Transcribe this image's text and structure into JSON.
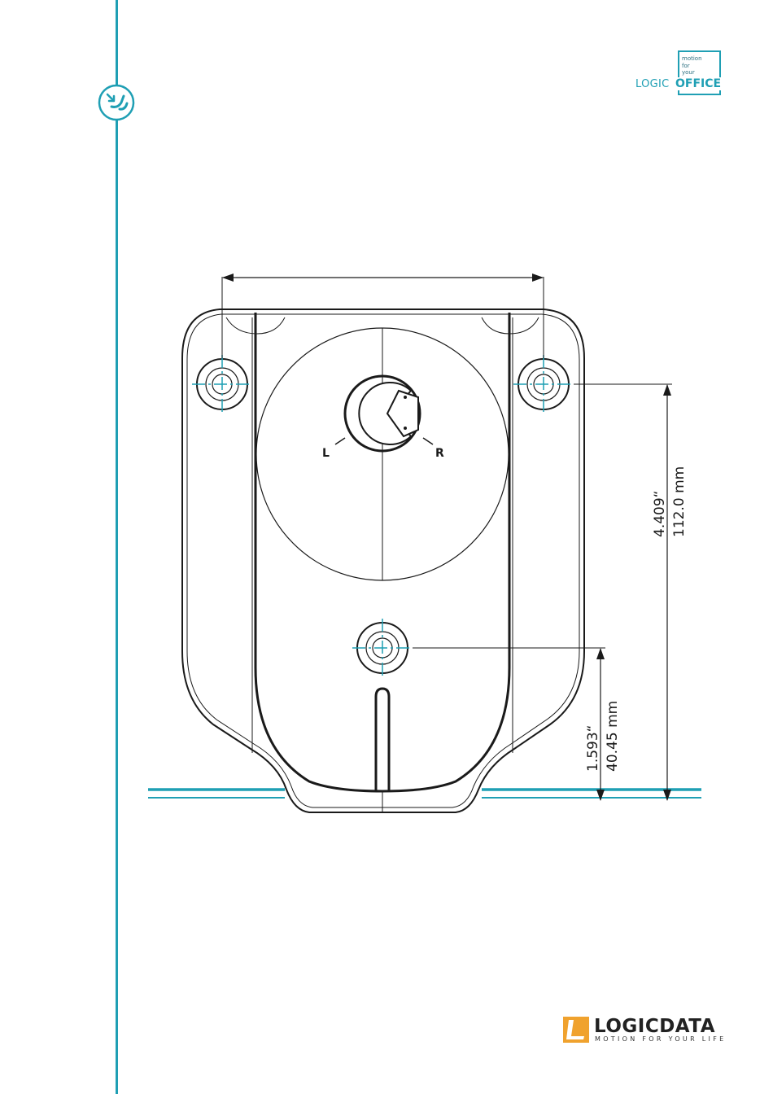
{
  "header_logo": {
    "tagline_lines": [
      "motion",
      "for",
      "your"
    ],
    "word_light": "LOGIC",
    "word_bold": "OFFICE",
    "color": "#1f9fb4"
  },
  "sidebar": {
    "icon": "arrow-circle-icon",
    "color": "#1f9fb4"
  },
  "drawing": {
    "label_left": "L",
    "label_right": "R",
    "dim_height_in": "4.409“",
    "dim_height_mm": "112.0 mm",
    "dim_small_in": "1.593“",
    "dim_small_mm": "40.45 mm",
    "centerline_color": "#1f9fb4",
    "outline_color": "#1a1a1a"
  },
  "footer_logo": {
    "name": "LOGICDATA",
    "tagline": "MOTION FOR YOUR LIFE",
    "mark_color": "#f0a22e"
  }
}
